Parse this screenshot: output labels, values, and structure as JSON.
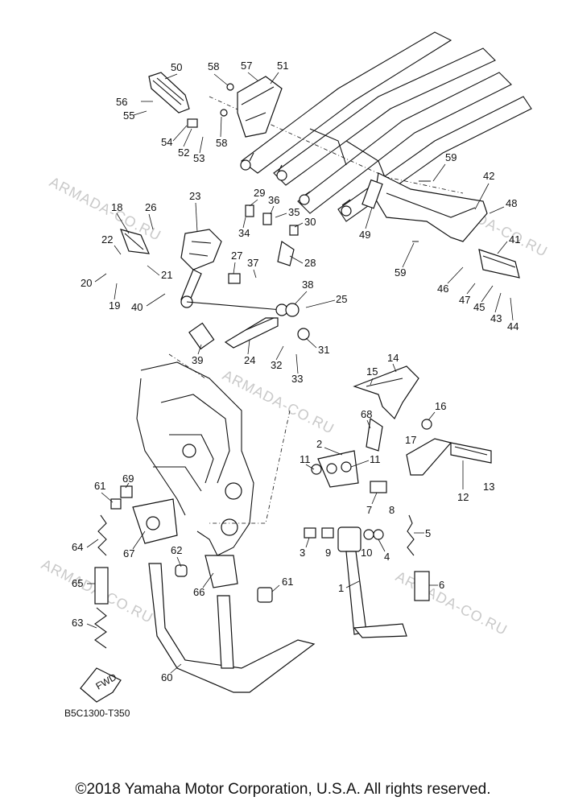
{
  "watermarks": [
    "ARMADA-CO.RU",
    "ARMADA-CO.RU",
    "ARMADA-CO.RU",
    "ARMADA-CO.RU",
    "ARMADA-CO.RU"
  ],
  "callouts": [
    "1",
    "2",
    "3",
    "4",
    "5",
    "6",
    "7",
    "8",
    "9",
    "10",
    "11",
    "11",
    "12",
    "13",
    "14",
    "15",
    "16",
    "17",
    "18",
    "19",
    "20",
    "21",
    "22",
    "23",
    "24",
    "25",
    "26",
    "27",
    "28",
    "29",
    "30",
    "31",
    "32",
    "33",
    "34",
    "35",
    "36",
    "37",
    "38",
    "39",
    "40",
    "41",
    "42",
    "43",
    "44",
    "45",
    "46",
    "47",
    "48",
    "49",
    "50",
    "51",
    "52",
    "53",
    "54",
    "55",
    "56",
    "57",
    "58",
    "58",
    "59",
    "59",
    "60",
    "61",
    "61",
    "62",
    "63",
    "64",
    "65",
    "66",
    "67",
    "68",
    "69"
  ],
  "fwd_label": "FWD",
  "diagram_code": "B5C1300-T350",
  "copyright": "©2018 Yamaha Motor Corporation, U.S.A. All rights reserved."
}
